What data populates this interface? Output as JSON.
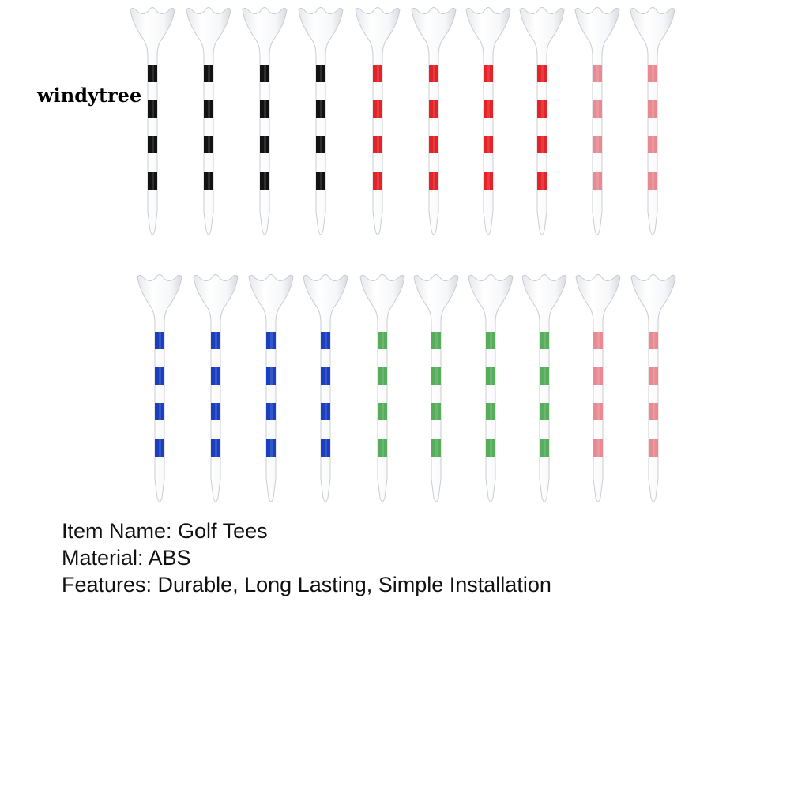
{
  "watermark": {
    "text": "windytree"
  },
  "rows": [
    {
      "tees": [
        {
          "color": "#121212"
        },
        {
          "color": "#121212"
        },
        {
          "color": "#121212"
        },
        {
          "color": "#121212"
        },
        {
          "color": "#e32328"
        },
        {
          "color": "#e32328"
        },
        {
          "color": "#e32328"
        },
        {
          "color": "#e32328"
        },
        {
          "color": "#e98a92"
        },
        {
          "color": "#e98a92"
        }
      ]
    },
    {
      "tees": [
        {
          "color": "#1a3fc0"
        },
        {
          "color": "#1a3fc0"
        },
        {
          "color": "#1a3fc0"
        },
        {
          "color": "#1a3fc0"
        },
        {
          "color": "#58ad5c"
        },
        {
          "color": "#58ad5c"
        },
        {
          "color": "#58ad5c"
        },
        {
          "color": "#58ad5c"
        },
        {
          "color": "#e98a92"
        },
        {
          "color": "#e98a92"
        }
      ]
    }
  ],
  "specs": {
    "item_name": "Item Name: Golf Tees",
    "material": "Material: ABS",
    "features": "Features: Durable, Long Lasting, Simple Installation"
  }
}
